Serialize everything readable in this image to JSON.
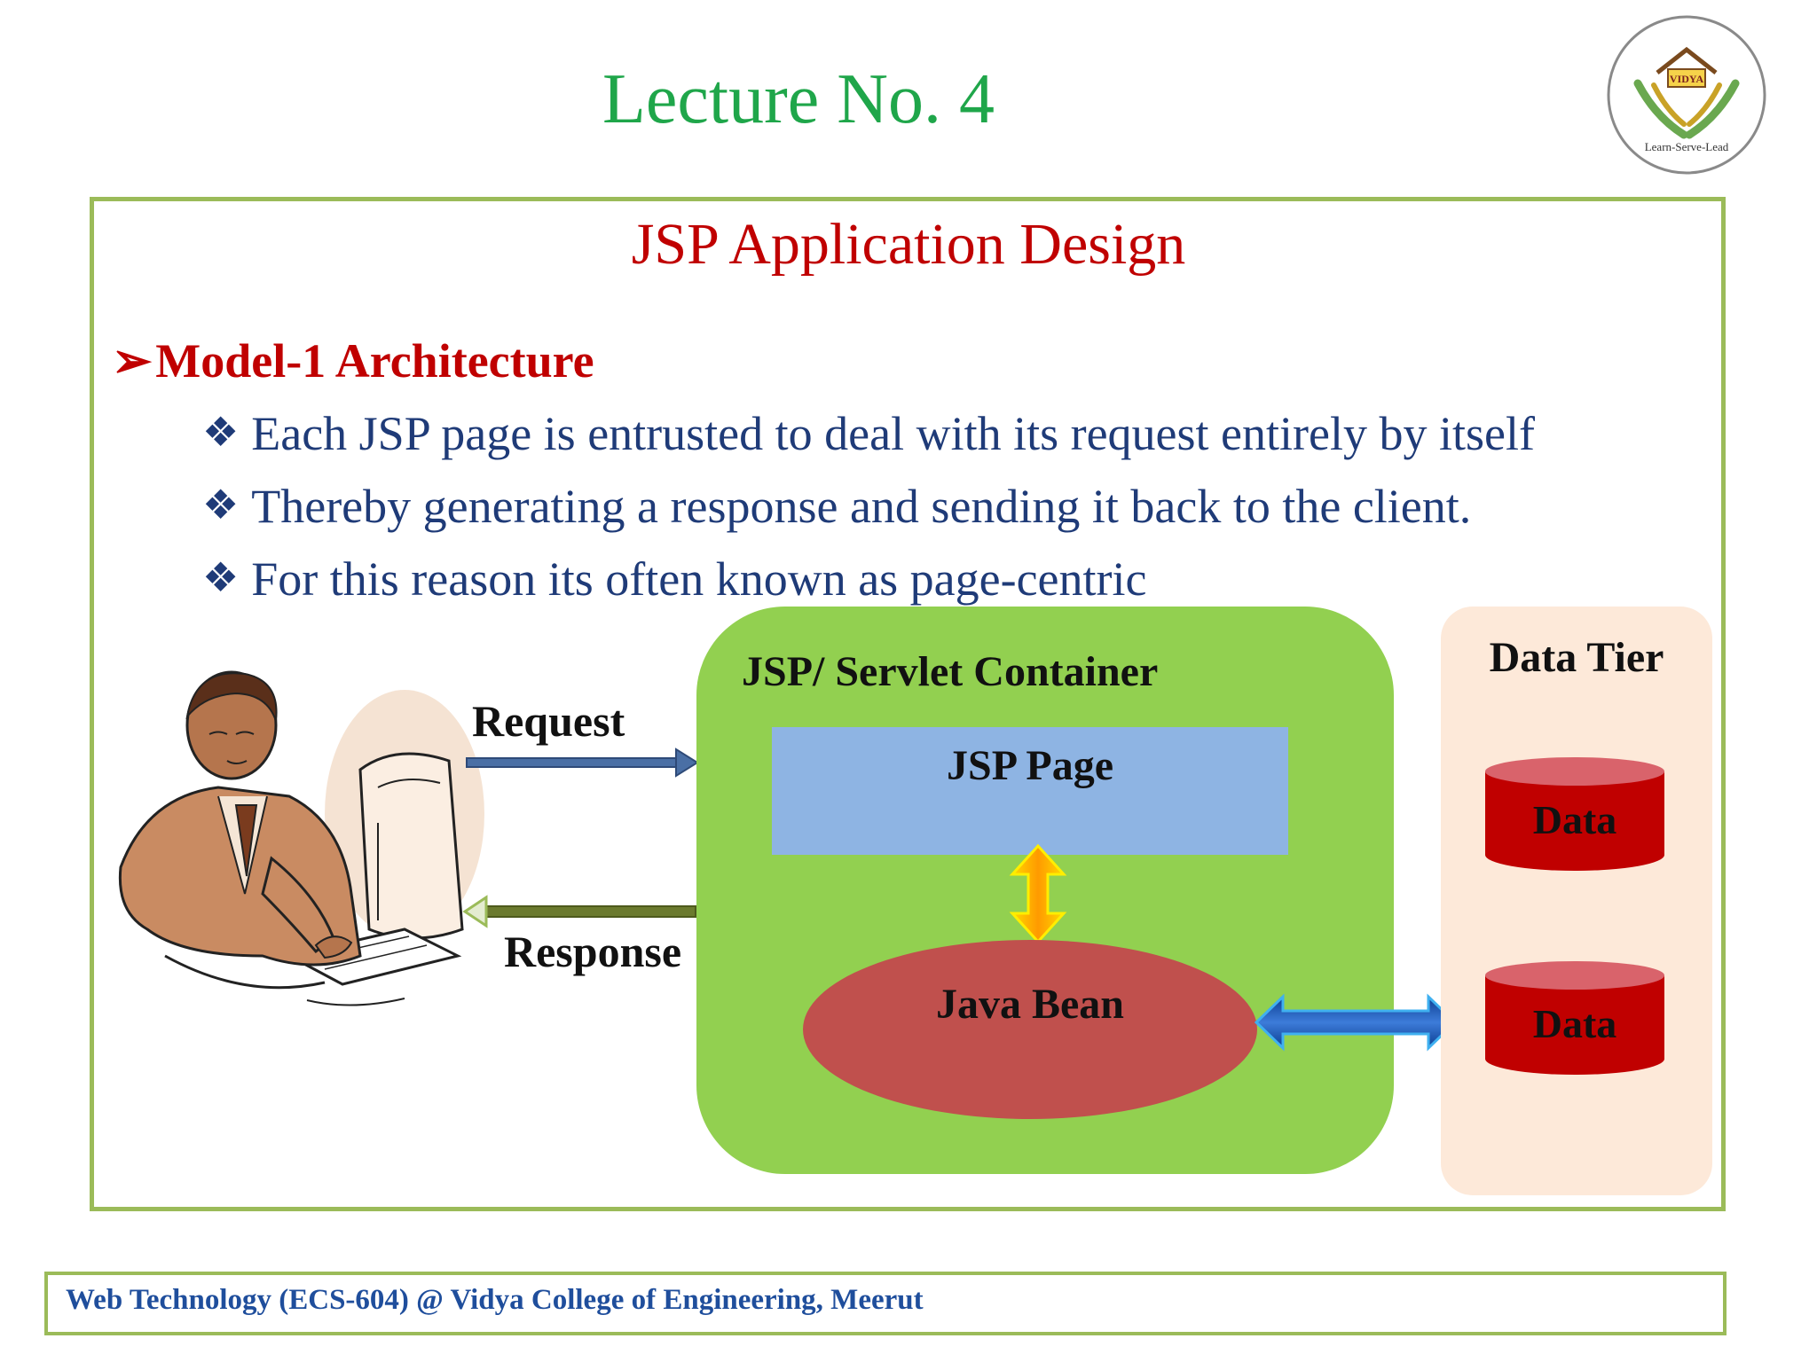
{
  "header": {
    "lecture_title": "Lecture No. 4"
  },
  "logo": {
    "name": "VIDYA",
    "motto": "Learn-Serve-Lead"
  },
  "slide": {
    "title": "JSP Application Design",
    "section": {
      "marker": "➢",
      "heading": "Model-1 Architecture"
    },
    "bullets": [
      {
        "glyph": "❖",
        "text": "Each JSP page is entrusted to deal with its request entirely by itself"
      },
      {
        "glyph": "❖",
        "text": "Thereby generating a response and sending it back to the client."
      },
      {
        "glyph": "❖",
        "text": "For this reason its often known as page-centric"
      }
    ]
  },
  "diagram": {
    "request_label": "Request",
    "response_label": "Response",
    "container_label": "JSP/ Servlet Container",
    "jsp_page_label": "JSP Page",
    "java_bean_label": "Java Bean",
    "data_tier_label": "Data Tier",
    "data_stores": [
      {
        "label": "Data"
      },
      {
        "label": "Data"
      }
    ],
    "colors": {
      "container": "#92d050",
      "jsp_page": "#8eb4e3",
      "java_bean": "#c0504d",
      "data_tier": "#fde9d9",
      "data_cylinder": "#c00000"
    }
  },
  "footer": {
    "text": "Web Technology (ECS-604) @ Vidya College of Engineering, Meerut"
  }
}
